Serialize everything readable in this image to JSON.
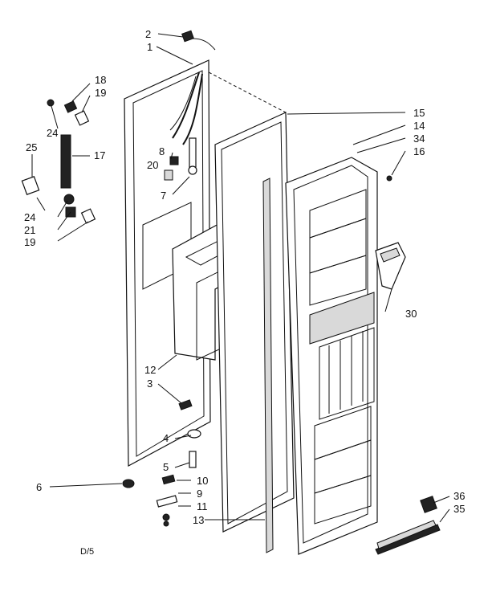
{
  "diagram": {
    "code": "D/5",
    "labels": {
      "l1": "1",
      "l2": "2",
      "l3": "3",
      "l4": "4",
      "l5": "5",
      "l6": "6",
      "l7": "7",
      "l8": "8",
      "l9": "9",
      "l10": "10",
      "l11": "11",
      "l12": "12",
      "l13": "13",
      "l14": "14",
      "l15": "15",
      "l16": "16",
      "l17": "17",
      "l18": "18",
      "l19a": "19",
      "l19b": "19",
      "l20": "20",
      "l21": "21",
      "l24a": "24",
      "l24b": "24",
      "l25": "25",
      "l30": "30",
      "l34": "34",
      "l35": "35",
      "l36": "36"
    }
  }
}
